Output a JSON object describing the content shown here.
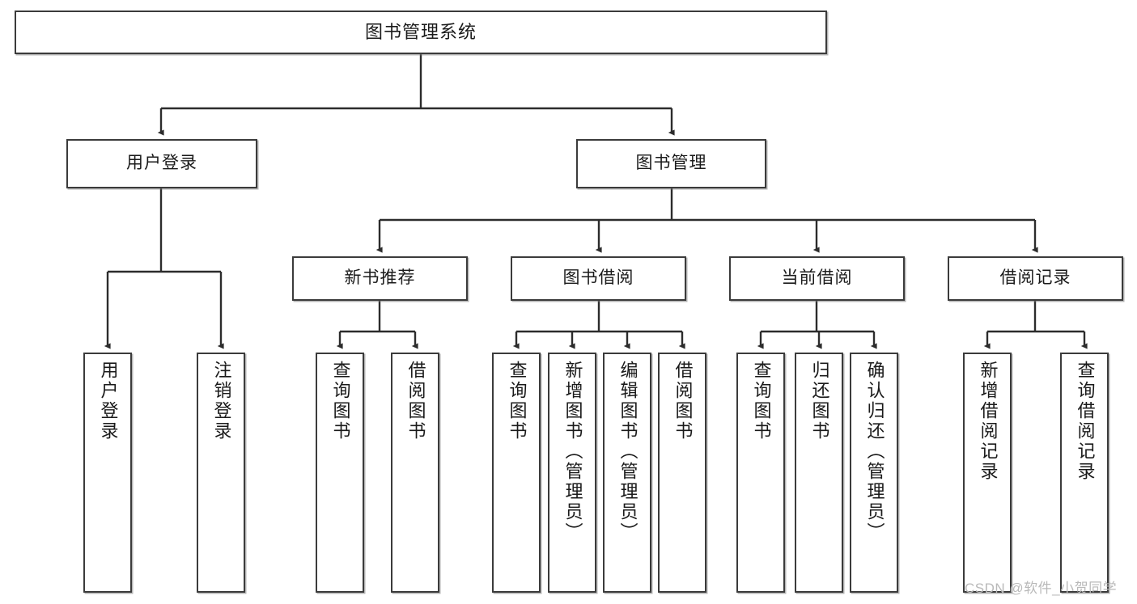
{
  "diagram": {
    "title": "图书管理系统",
    "type": "tree-hierarchy",
    "watermark": "CSDN @软件_小贺同学",
    "colors": {
      "stroke": "#3b3b3b",
      "fill": "#ffffff",
      "text": "#1a1a1a",
      "watermark": "#b9b9b9"
    },
    "nodes": {
      "root": {
        "label": "图书管理系统"
      },
      "level1": [
        {
          "label": "用户登录"
        },
        {
          "label": "图书管理"
        }
      ],
      "level2": [
        {
          "label": "新书推荐"
        },
        {
          "label": "图书借阅"
        },
        {
          "label": "当前借阅"
        },
        {
          "label": "借阅记录"
        }
      ],
      "leaves": {
        "user_login": [
          {
            "label": "用户登录"
          },
          {
            "label": "注销登录"
          }
        ],
        "new_book_recommend": [
          {
            "label": "查询图书"
          },
          {
            "label": "借阅图书"
          }
        ],
        "book_borrow": [
          {
            "label": "查询图书"
          },
          {
            "label": "新增图书（管理员）"
          },
          {
            "label": "编辑图书（管理员）"
          },
          {
            "label": "借阅图书"
          }
        ],
        "current_borrow": [
          {
            "label": "查询图书"
          },
          {
            "label": "归还图书"
          },
          {
            "label": "确认归还（管理员）"
          }
        ],
        "borrow_record": [
          {
            "label": "新增借阅记录"
          },
          {
            "label": "查询借阅记录"
          }
        ]
      }
    }
  }
}
